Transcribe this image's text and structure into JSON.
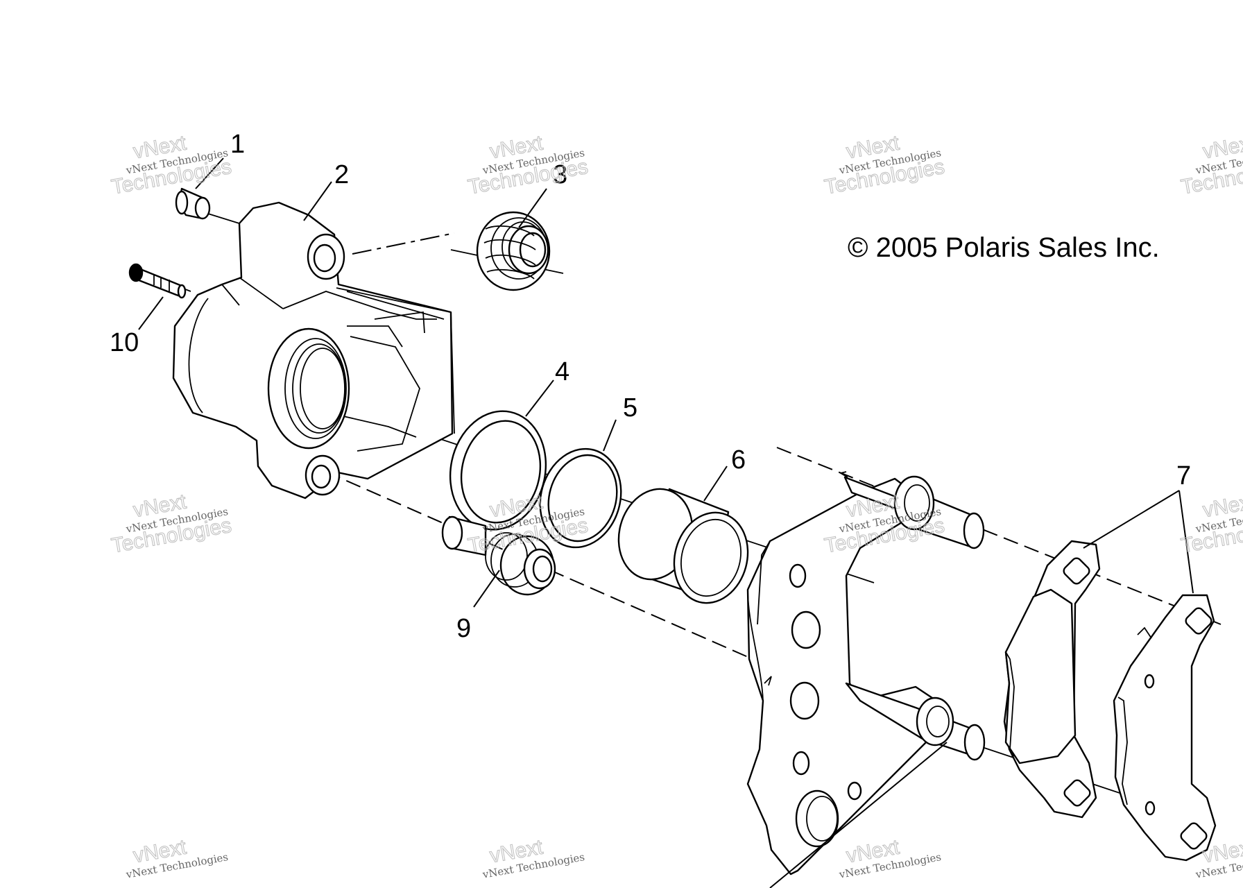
{
  "copyright": "© 2005 Polaris Sales Inc.",
  "watermark": {
    "line1": "vNext Technologies",
    "line2": "Technologies",
    "line3": "vNext"
  },
  "callouts": [
    "1",
    "2",
    "3",
    "4",
    "5",
    "6",
    "7",
    "9",
    "10"
  ]
}
